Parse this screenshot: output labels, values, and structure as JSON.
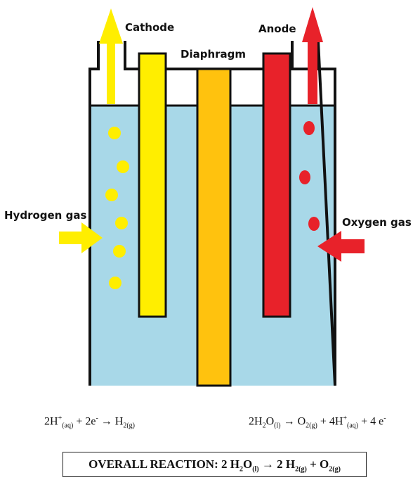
{
  "labels": {
    "cathode": "Cathode",
    "anode": "Anode",
    "diaphragm": "Diaphragm",
    "hydrogen_gas": "Hydrogen gas",
    "oxygen_gas": "Oxygen gas"
  },
  "equations": {
    "cathode": {
      "a": "2H",
      "a_sup": "+",
      "a_sub": "(aq)",
      "b": " + 2e",
      "b_sup": "-",
      "arrow": " → ",
      "c": "H",
      "c_sub": "2(g)"
    },
    "anode": {
      "a": "2H",
      "a_sub1": "2",
      "b": "O",
      "b_sub": "(l)",
      "arrow": " → ",
      "c": "O",
      "c_sub": "2(g)",
      "d": " + 4H",
      "d_sup": "+",
      "d_sub": "(aq)",
      "e": " + 4 e",
      "e_sup": "-"
    },
    "overall": {
      "prefix": "OVERALL REACTION:  2 H",
      "s1": "2",
      "t1": "O",
      "s2": "(l)",
      "arrow": " → ",
      "t2": " 2 H",
      "s3": "2(g)",
      "t3": " + O",
      "s4": "2(g)"
    }
  },
  "colors": {
    "electrolyte": "#a8d8e8",
    "cathode": "#ffee00",
    "anode": "#e8222a",
    "diaphragm": "#ffc20e",
    "hydrogen": "#ffee00",
    "oxygen": "#e8222a"
  }
}
